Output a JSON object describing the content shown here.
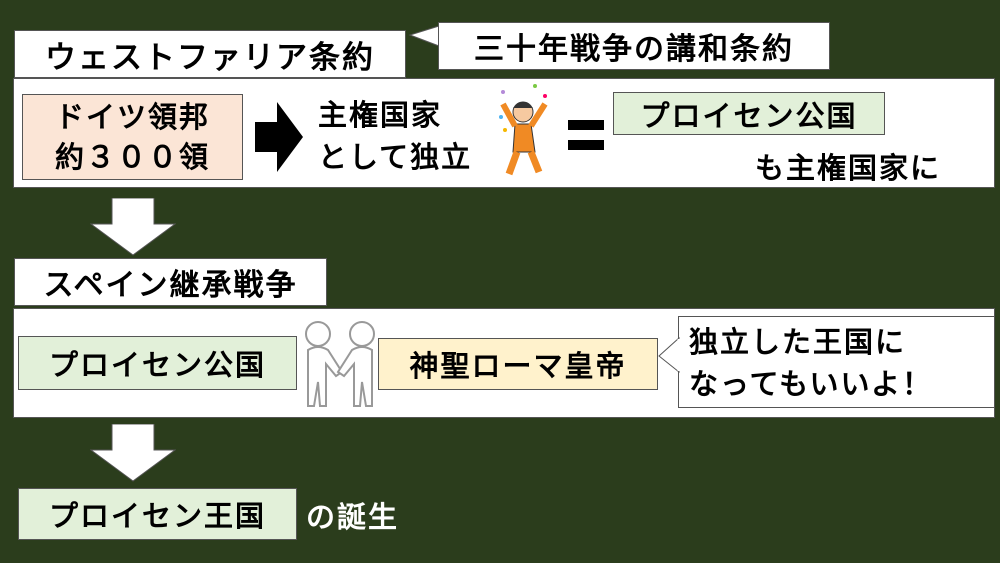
{
  "section1": {
    "title": "ウェストファリア条約",
    "callout": "三十年戦争の講和条約",
    "left_box": [
      "ドイツ領邦",
      "約３００領"
    ],
    "middle": [
      "主権国家",
      "として独立"
    ],
    "equals": "=",
    "right_box": "プロイセン公国",
    "right_text": "も主権国家に"
  },
  "section2": {
    "title": "スペイン継承戦争",
    "left_box": "プロイセン公国",
    "right_box": "神聖ローマ皇帝",
    "speech": [
      "独立した王国に",
      "なってもいいよ！"
    ]
  },
  "section3": {
    "box": "プロイセン王国",
    "suffix": "の誕生"
  },
  "colors": {
    "background": "#2b3d1c",
    "peach": "#fbe5d6",
    "green": "#e2f0d9",
    "yellow": "#fff2cc"
  }
}
